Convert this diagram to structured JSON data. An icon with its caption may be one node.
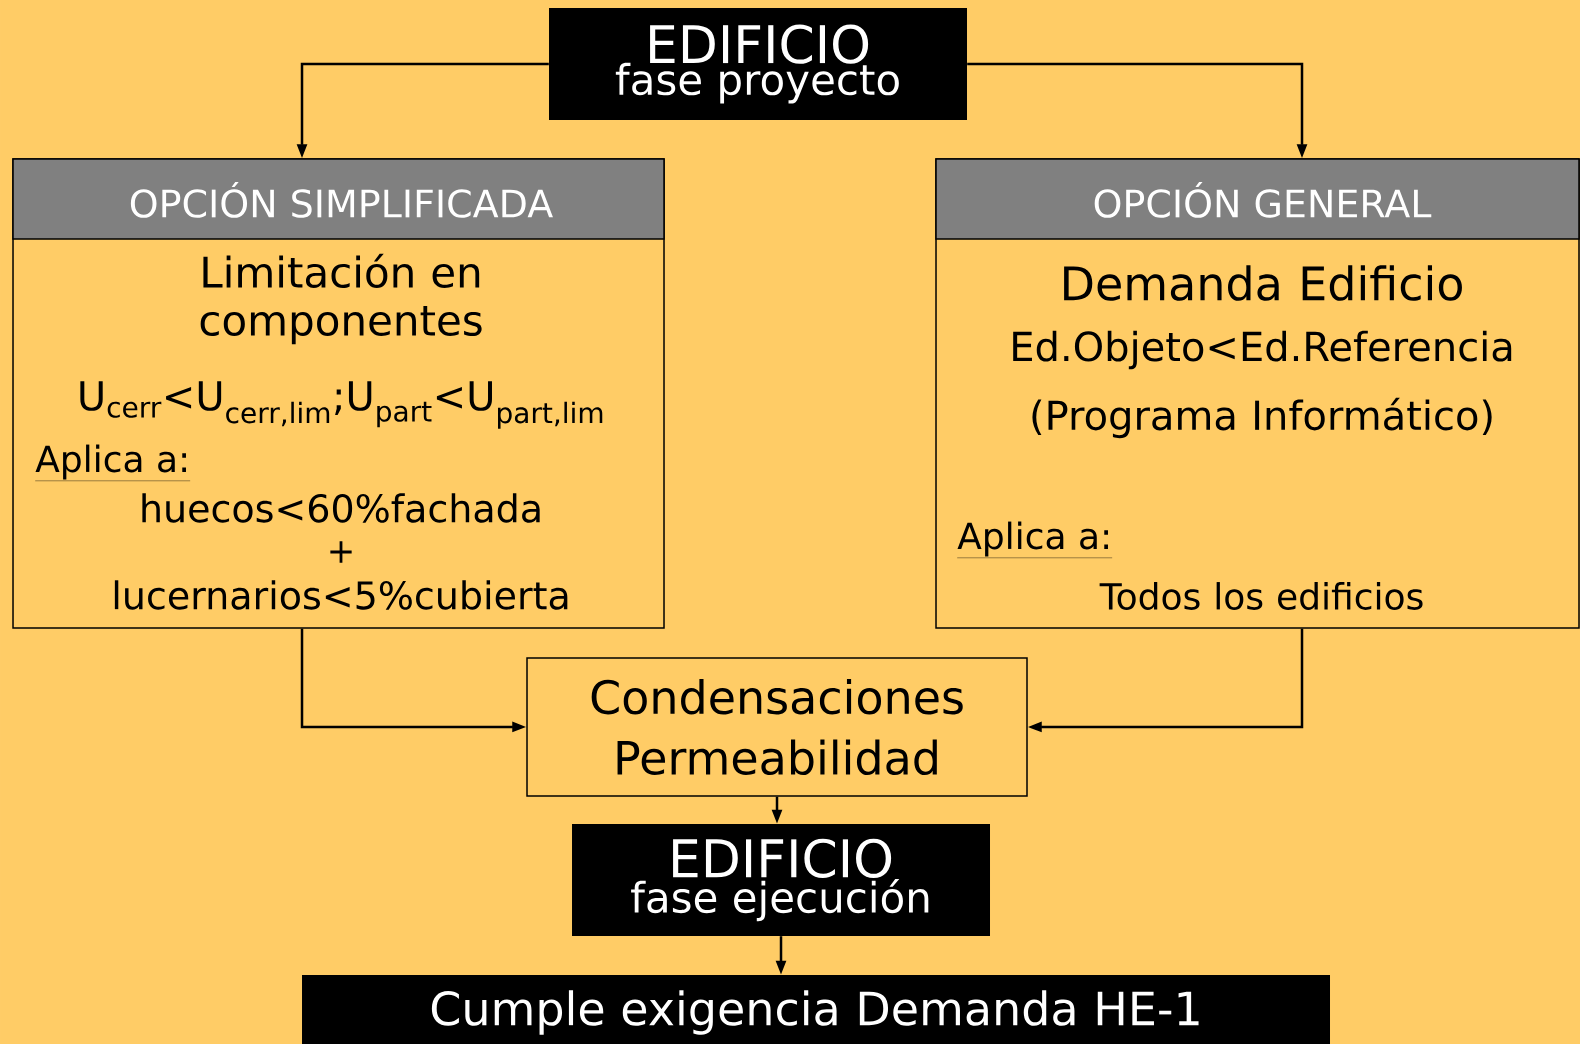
{
  "diagram": {
    "nodes": [
      {
        "text": [
          "EDIFICIO",
          "fase proyecto"
        ]
      },
      {
        "text": [
          "OPCIÓN SIMPLIFICADA",
          "Limitación en componentes",
          "U$_{cerr}$<U$_{cerr,lim}$;U$_{part}$<U$_{part,lim}$",
          "Aplica a:",
          "huecos<60%fachada",
          "+",
          "lucernarios<5%cubierta"
        ]
      },
      {
        "text": [
          "OPCIÓN GENERAL",
          "Demanda Edificio",
          "Ed.Objeto<Ed.Referencia",
          "(Programa Informático)",
          "Aplica a:",
          "Todos los edificios"
        ]
      },
      {
        "text": [
          "Condensaciones",
          "Permeabilidad"
        ]
      },
      {
        "text": [
          "EDIFICIO",
          "fase ejecución"
        ]
      },
      {
        "text": [
          "Cumple exigencia Demanda HE-1"
        ]
      }
    ],
    "edges": [
      {
        "from": 0,
        "to": 1,
        "arrow": "to"
      },
      {
        "from": 0,
        "to": 2,
        "arrow": "to"
      },
      {
        "from": 1,
        "to": 3,
        "arrow": "to"
      },
      {
        "from": 2,
        "to": 3,
        "arrow": "to"
      },
      {
        "from": 3,
        "to": 4,
        "arrow": "to"
      },
      {
        "from": 4,
        "to": 5,
        "arrow": "to"
      }
    ]
  }
}
